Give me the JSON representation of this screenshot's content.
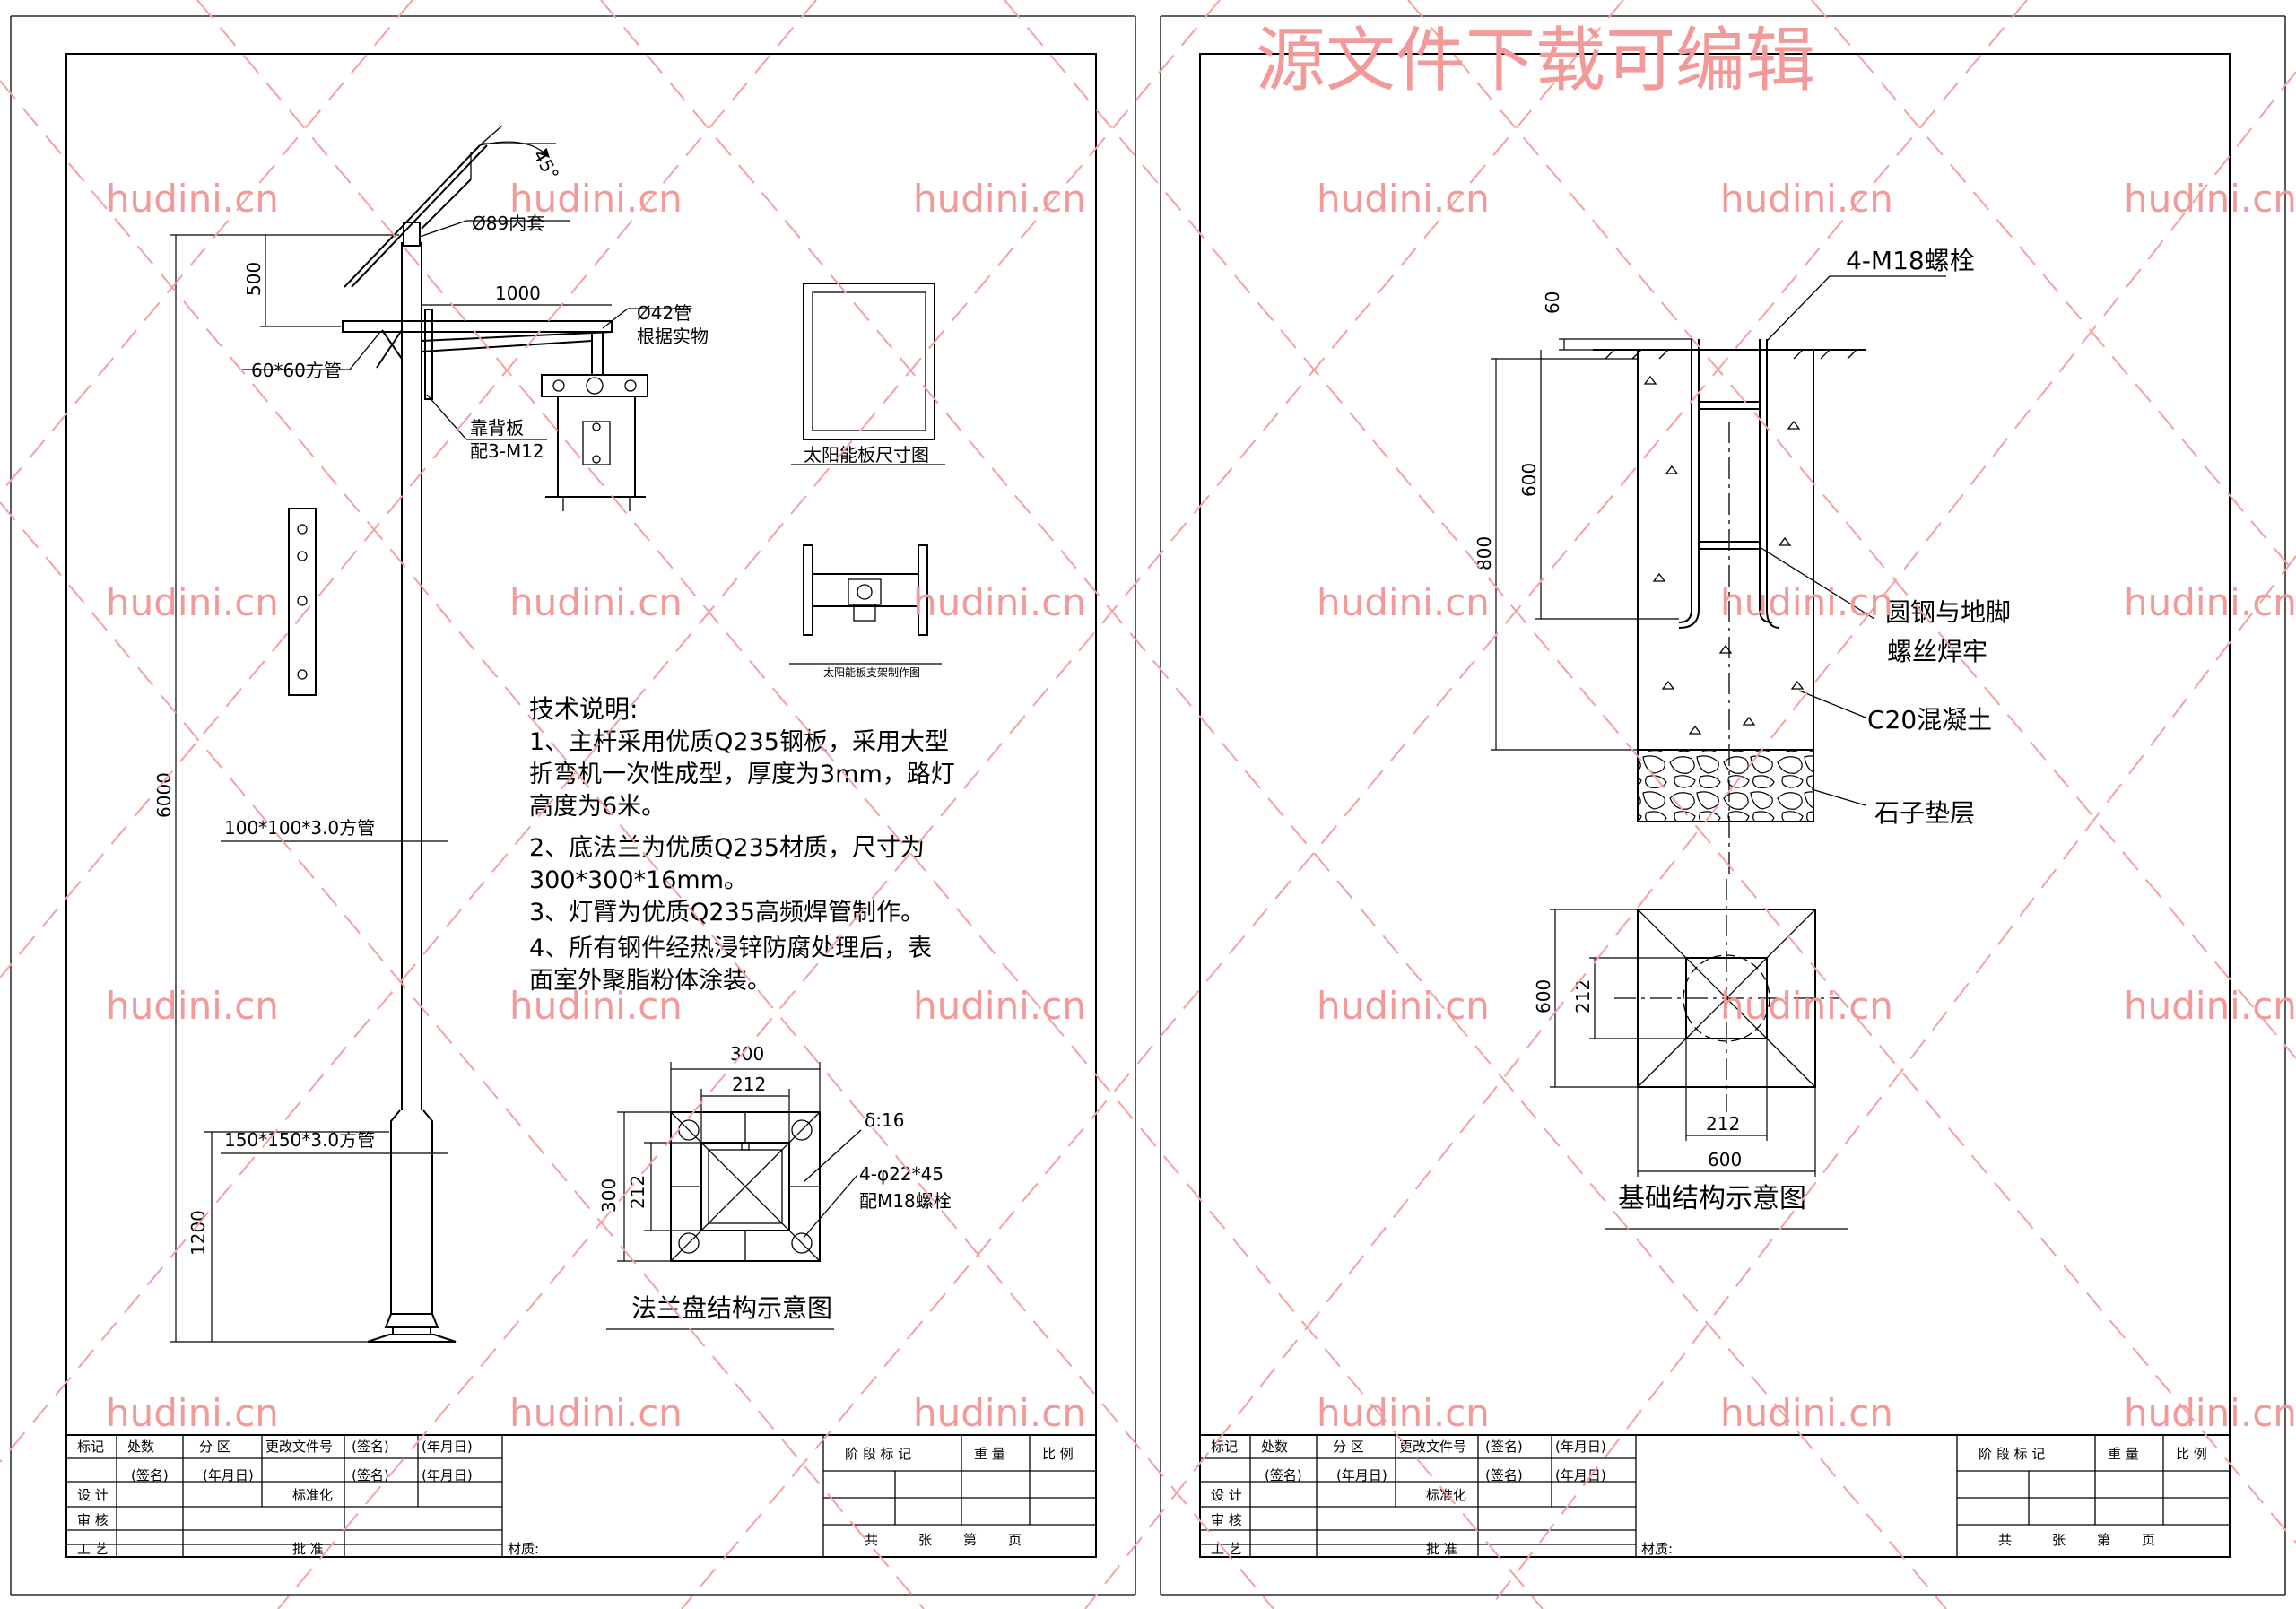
{
  "watermark": {
    "headline": "源文件下载可编辑",
    "site": "hudini.cn"
  },
  "left_sheet": {
    "pole": {
      "angle": "45°",
      "sleeve": "Ø89内套",
      "arm_length": "1000",
      "panel_offset": "500",
      "arm_pipe": "Ø42管",
      "arm_pipe_note": "根据实物",
      "square_tube": "60*60方管",
      "back_plate": "靠背板",
      "back_plate_bolts": "配3-M12",
      "total_height": "6000",
      "upper_tube": "100*100*3.0方管",
      "lower_tube": "150*150*3.0方管",
      "lower_height": "1200"
    },
    "panel_caption": "太阳能板尺寸图",
    "bracket_caption": "太阳能板支架制作图",
    "tech_notes": {
      "title": "技术说明:",
      "lines": [
        "1、主杆采用优质Q235钢板，采用大型",
        "折弯机一次性成型，厚度为3mm，路灯",
        "高度为6米。",
        "2、底法兰为优质Q235材质，尺寸为",
        "300*300*16mm。",
        "3、灯臂为优质Q235高频焊管制作。",
        "4、所有钢件经热浸锌防腐处理后，表",
        "面室外聚脂粉体涂装。"
      ]
    },
    "flange": {
      "outer_w": "300",
      "inner_w": "212",
      "outer_h": "300",
      "inner_h": "212",
      "thickness": "δ:16",
      "holes": "4-φ22*45",
      "bolts": "配M18螺栓",
      "caption": "法兰盘结构示意图"
    }
  },
  "right_sheet": {
    "foundation": {
      "bolt_label": "4-M18螺栓",
      "top_offset": "60",
      "bolt_depth": "600",
      "total_depth": "800",
      "weld_note_1": "圆钢与地脚",
      "weld_note_2": "螺丝焊牢",
      "concrete": "C20混凝土",
      "gravel": "石子垫层"
    },
    "plan": {
      "outer_h": "600",
      "inner_h": "212",
      "inner_w": "212",
      "outer_w": "600",
      "caption": "基础结构示意图"
    }
  },
  "title_block": {
    "row1": [
      "标记",
      "处数",
      "分 区",
      "更改文件号",
      "(签名)",
      "(年月日)"
    ],
    "row2": [
      "设 计",
      "(签名)",
      "(年月日)",
      "标准化",
      "(签名)",
      "(年月日)"
    ],
    "review": "审 核",
    "process": "工 艺",
    "approve": "批 准",
    "material": "材质:",
    "stage_header": [
      "阶 段 标 记",
      "重 量",
      "比 例"
    ],
    "pages": [
      "共",
      "张",
      "第",
      "页"
    ]
  }
}
